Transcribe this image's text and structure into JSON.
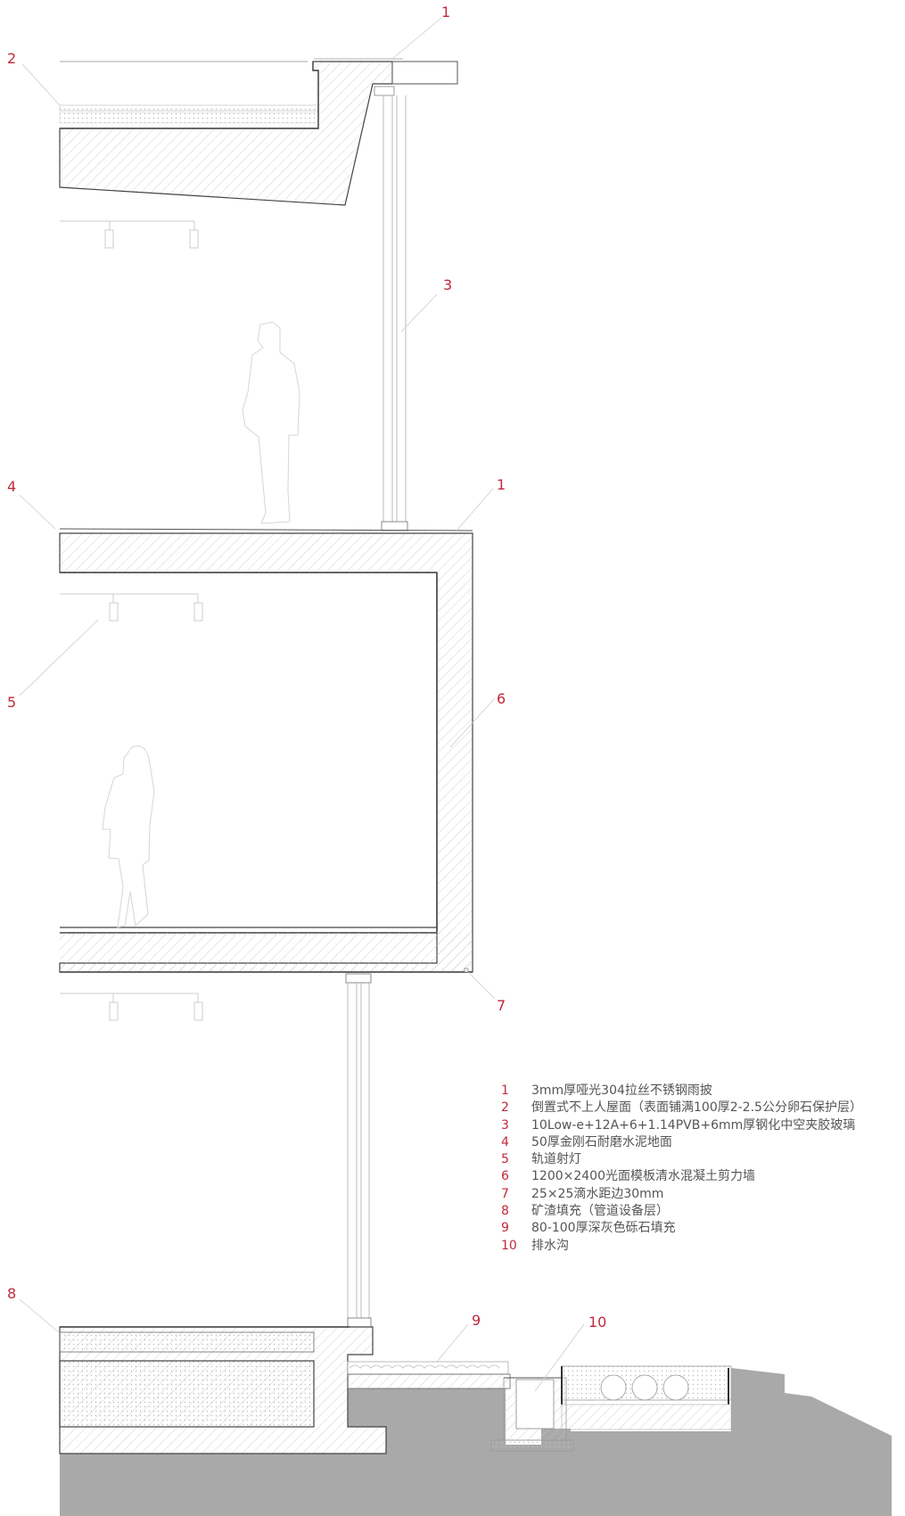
{
  "drawing": {
    "type": "wall section detail",
    "colors": {
      "callout": "#c0283a",
      "line": "#444444",
      "light_line": "#bbbbbb",
      "concrete_fill": "#ffffff",
      "earth": "#a9a9a9",
      "legend_text": "#555555"
    }
  },
  "callouts": [
    {
      "id": "c1_top",
      "label": "1"
    },
    {
      "id": "c2",
      "label": "2"
    },
    {
      "id": "c3",
      "label": "3"
    },
    {
      "id": "c4",
      "label": "4"
    },
    {
      "id": "c1_mid",
      "label": "1"
    },
    {
      "id": "c5",
      "label": "5"
    },
    {
      "id": "c6",
      "label": "6"
    },
    {
      "id": "c7",
      "label": "7"
    },
    {
      "id": "c8",
      "label": "8"
    },
    {
      "id": "c9",
      "label": "9"
    },
    {
      "id": "c10",
      "label": "10"
    }
  ],
  "legend": {
    "items": [
      {
        "num": "1",
        "text": "3mm厚哑光304拉丝不锈钢雨披"
      },
      {
        "num": "2",
        "text": "倒置式不上人屋面（表面铺满100厚2-2.5公分卵石保护层）"
      },
      {
        "num": "3",
        "text": "10Low-e+12A+6+1.14PVB+6mm厚钢化中空夹胶玻璃"
      },
      {
        "num": "4",
        "text": "50厚金刚石耐磨水泥地面"
      },
      {
        "num": "5",
        "text": "轨道射灯"
      },
      {
        "num": "6",
        "text": "1200×2400光面模板清水混凝土剪力墙"
      },
      {
        "num": "7",
        "text": "25×25滴水距边30mm"
      },
      {
        "num": "8",
        "text": "矿渣填充（管道设备层）"
      },
      {
        "num": "9",
        "text": "80-100厚深灰色砾石填充"
      },
      {
        "num": "10",
        "text": "排水沟"
      }
    ]
  }
}
